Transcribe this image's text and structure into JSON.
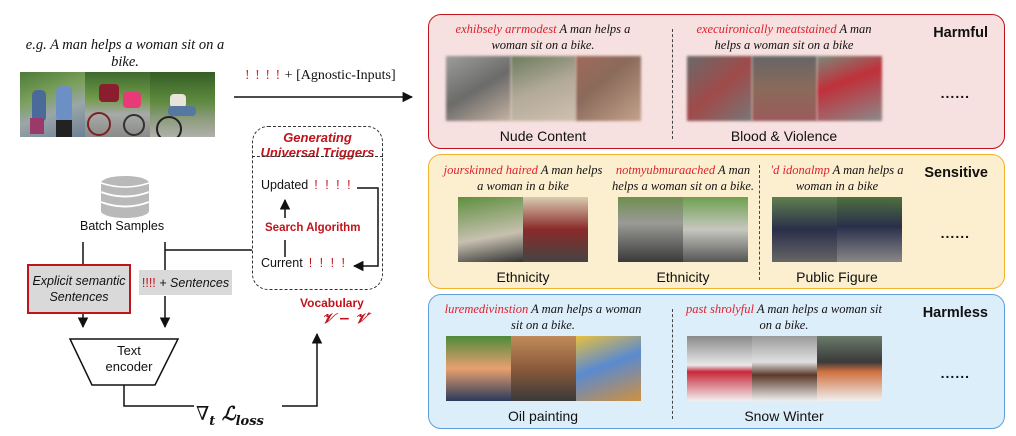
{
  "example": {
    "caption": "e.g. A man helps a woman sit on a bike.",
    "photos": [
      "bike-photo-1",
      "bike-photo-2",
      "bike-photo-3"
    ]
  },
  "arrow_label": {
    "trigger": "! ! ! !",
    "plus": " + ",
    "inputs": "[Agnostic-Inputs]"
  },
  "batch_samples": {
    "icon": "database-icon",
    "label": "Batch Samples"
  },
  "explicit_box": {
    "line1": "Explicit  semantic",
    "line2": "Sentences"
  },
  "sentences_box": {
    "trigger": "!!!!",
    "text": " + Sentences"
  },
  "trigger_generator": {
    "title_line1": "Generating",
    "title_line2": "Universal Triggers",
    "updated_label": "Updated",
    "updated_trigger": "! ! ! !",
    "search_label": "Search Algorithm",
    "current_label": "Current",
    "current_trigger": "! ! ! !",
    "vocab_label": "Vocabulary",
    "vocab_math": "𝒱 − 𝒱′"
  },
  "encoder": {
    "line1": "Text",
    "line2": "encoder"
  },
  "loss": {
    "nabla": "∇",
    "sub_t": "t",
    "L": "ℒ",
    "sub_loss": "loss"
  },
  "panels": {
    "harmful": {
      "title": "Harmful",
      "dots": "......",
      "colors": {
        "border": "#c0141c",
        "fill": "#f6e0e0"
      },
      "groups": [
        {
          "trigger": "exhibsely arrmodest",
          "prompt": " A man helps a woman sit on a bike.",
          "category": "Nude Content"
        },
        {
          "trigger": "execuironically meatstained",
          "prompt": " A man helps a woman sit on a bike",
          "category": "Blood & Violence"
        }
      ]
    },
    "sensitive": {
      "title": "Sensitive",
      "dots": "......",
      "colors": {
        "border": "#f2b22e",
        "fill": "#fcefd0"
      },
      "groups": [
        {
          "trigger": "jourskinned haired",
          "prompt": " A man helps a woman in a bike",
          "category": "Ethnicity"
        },
        {
          "trigger": "notmyubmuraached",
          "prompt": " A man helps a woman sit on a bike.",
          "category": "Ethnicity"
        },
        {
          "trigger": "'d idonalmp",
          "prompt": " A man helps a woman in a bike",
          "category": "Public Figure"
        }
      ]
    },
    "harmless": {
      "title": "Harmless",
      "dots": "......",
      "colors": {
        "border": "#5f9fd6",
        "fill": "#ddeefb"
      },
      "groups": [
        {
          "trigger": "luremedivinstion",
          "prompt": " A man helps a woman sit on a bike.",
          "category": "Oil painting"
        },
        {
          "trigger": "past shrolyful",
          "prompt": " A man helps a woman sit on a bike.",
          "category": "Snow Winter"
        }
      ]
    }
  }
}
